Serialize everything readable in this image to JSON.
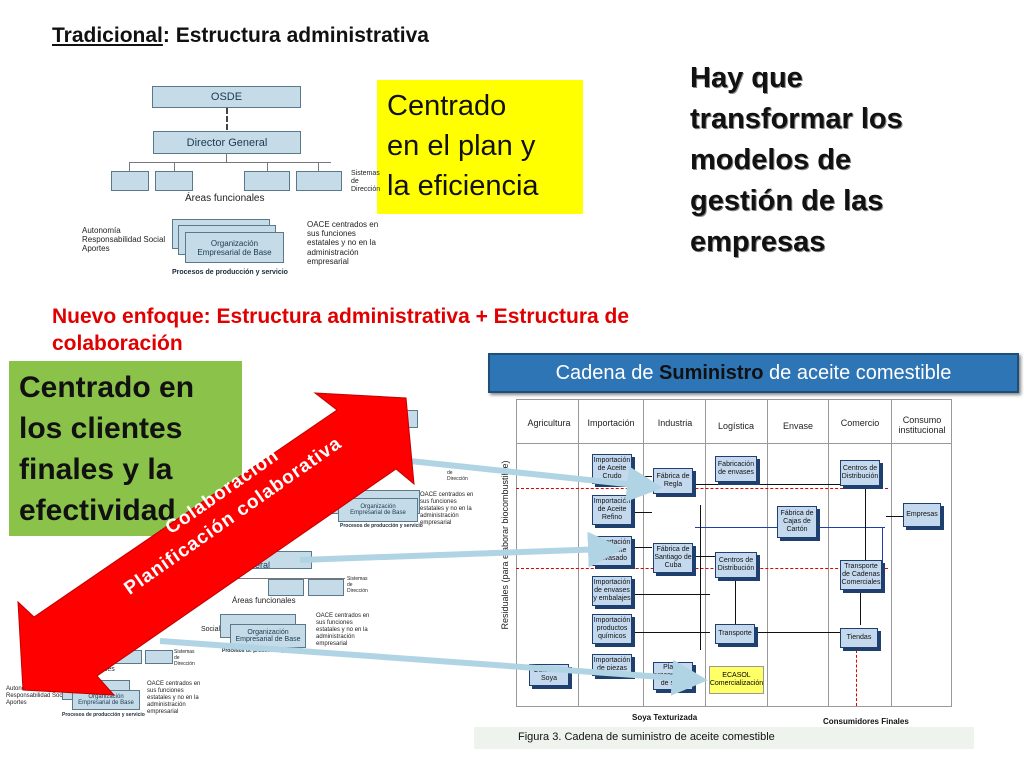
{
  "header": {
    "title_underlined": "Tradicional",
    "title_rest": ":  Estructura administrativa"
  },
  "right_text": [
    "Hay que",
    "transformar los",
    "modelos de",
    "gestión de las",
    "empresas"
  ],
  "yellow_box": [
    "Centrado",
    "en el plan y",
    "la eficiencia"
  ],
  "org_top": {
    "osde": "OSDE",
    "director": "Director General",
    "areas": "Áreas funcionales",
    "sistemas": [
      "Sistemas",
      "de",
      "Dirección"
    ],
    "autonomia": [
      "Autonomía",
      "Responsabilidad Social",
      "Aportes"
    ],
    "oace": [
      "OACE centrados en",
      "sus funciones",
      "estatales y no en la",
      "administración",
      "empresarial"
    ],
    "org_base": [
      "Organización",
      "Empresarial de Base"
    ],
    "procesos": "Procesos de producción y servicio"
  },
  "subtitle": [
    "Nuevo enfoque: Estructura  administrativa + Estructura de",
    "colaboración"
  ],
  "green_box": [
    "Centrado en",
    "los clientes",
    "finales y la",
    "efectividad"
  ],
  "arrow": {
    "line1": "Colaboración",
    "line2": "Planificación colaborativa"
  },
  "org_mid": {
    "director": "Director General",
    "areas": "Áreas funcionales",
    "social": "Social",
    "org_base": [
      "Organización",
      "Empresarial de Base"
    ],
    "procesos": "Procesos de producción y servicio",
    "sistemas": [
      "Sistemas",
      "de",
      "Dirección"
    ],
    "oace": [
      "OACE centrados en",
      "sus funciones",
      "estatales y no en la",
      "administración",
      "empresarial"
    ]
  },
  "org_small": {
    "sistemas": [
      "Sistemas",
      "de",
      "Dirección"
    ],
    "oace": [
      "OACE centrados en",
      "sus funciones",
      "estatales y no en la",
      "administración",
      "empresarial"
    ],
    "org_base": [
      "Organización",
      "Empresarial de Base"
    ],
    "procesos": "Procesos de producción y servicio"
  },
  "org_bottom": {
    "nales": "nales",
    "autonomia": [
      "Autonomía",
      "Responsabilidad Social",
      "Aportes"
    ],
    "oace": [
      "OACE centrados en",
      "sus funciones",
      "estatales y no en la",
      "administración",
      "empresarial"
    ],
    "org_base": [
      "Organización",
      "Empresarial de Base"
    ],
    "procesos": "Procesos de producción y servicio",
    "sistemas": [
      "Sistemas",
      "de",
      "Dirección"
    ]
  },
  "supply": {
    "banner_pre": "Cadena de ",
    "banner_bold": "Suministro",
    "banner_post": " de aceite comestible",
    "columns": [
      "Agricultura",
      "Importación",
      "Industria",
      "Logística",
      "Envase",
      "Comercio",
      [
        "Consumo",
        "institucional"
      ]
    ],
    "vertical_label": "Residuales (para elaborar biocombustible)",
    "import_boxes": [
      [
        "Importación",
        "de Aceite",
        "Crudo"
      ],
      [
        "Importación",
        "de Aceite",
        "Refino"
      ],
      [
        "Importación",
        "de Aceite",
        "envasado"
      ],
      [
        "Importación",
        "de envases",
        "y embalajes"
      ],
      [
        "Importación",
        "productos",
        "químicos"
      ],
      [
        "Importación",
        "de piezas"
      ]
    ],
    "cultivo": [
      "Cultivo de",
      "Soya"
    ],
    "fabrica_regla": [
      "Fábrica de",
      "Regla"
    ],
    "fabrica_santiago": [
      "Fábrica de",
      "Santiago de",
      "Cuba"
    ],
    "planta": [
      "Planta",
      "procesadora",
      "de soya"
    ],
    "fab_envases": [
      "Fabricación",
      "de envases"
    ],
    "centros": [
      "Centros de",
      "Distribución"
    ],
    "transporte": "Transporte",
    "ecasol": [
      "ECASOL",
      "Comercialización"
    ],
    "fab_cajas": [
      "Fábrica de",
      "Cajas de",
      "Cartón"
    ],
    "centros_dist2": [
      "Centros de",
      "Distribución"
    ],
    "transporte_cadenas": [
      "Transporte",
      "de Cadenas",
      "Comerciales"
    ],
    "tiendas": "Tiendas",
    "empresas": "Empresas",
    "soya_texturizada": "Soya Texturizada",
    "consumidores": "Consumidores Finales",
    "caption": "Figura 3. Cadena de suministro de aceite comestible"
  }
}
